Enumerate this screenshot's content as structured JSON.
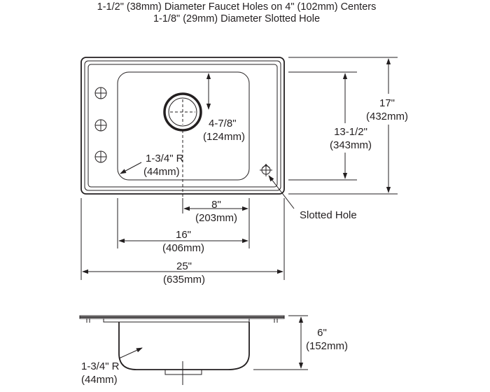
{
  "header": {
    "line1": "1-1/2\" (38mm) Diameter Faucet Holes on 4\" (102mm) Centers",
    "line2": "1-1/8\" (29mm) Diameter Slotted Hole"
  },
  "top_view": {
    "overall_length": {
      "imperial": "25\"",
      "metric": "(635mm)"
    },
    "bowl_length": {
      "imperial": "16\"",
      "metric": "(406mm)"
    },
    "drain_offset": {
      "imperial": "8\"",
      "metric": "(203mm)"
    },
    "overall_width": {
      "imperial": "17\"",
      "metric": "(432mm)"
    },
    "bowl_width": {
      "imperial": "13-1/2\"",
      "metric": "(343mm)"
    },
    "drain_to_back": {
      "imperial": "4-7/8\"",
      "metric": "(124mm)"
    },
    "corner_radius": {
      "imperial": "1-3/4\" R",
      "metric": "(44mm)"
    },
    "slotted_hole_label": "Slotted Hole"
  },
  "side_view": {
    "depth": {
      "imperial": "6\"",
      "metric": "(152mm)"
    },
    "corner_radius": {
      "imperial": "1-3/4\" R",
      "metric": "(44mm)"
    }
  }
}
